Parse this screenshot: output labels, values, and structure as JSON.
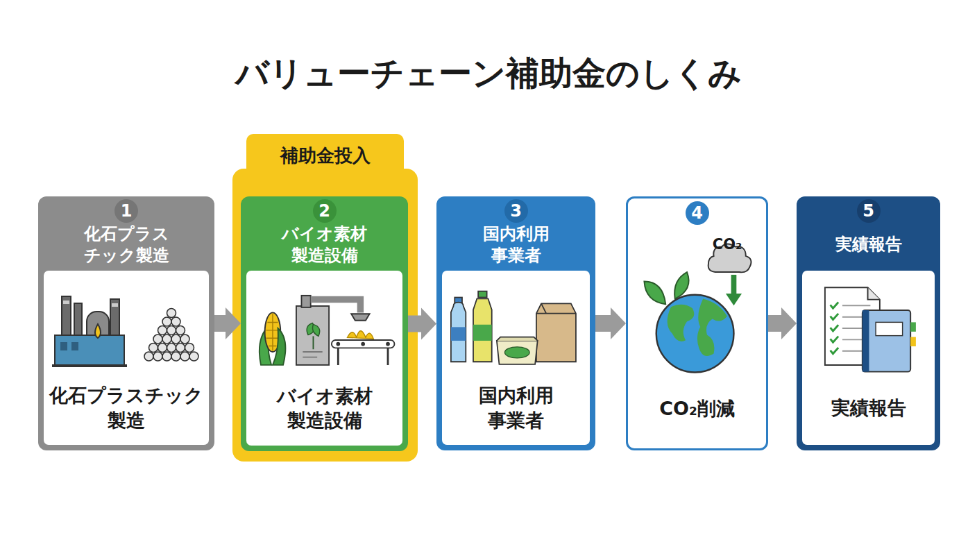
{
  "diagram": {
    "title": "バリューチェーン補助金のしくみ",
    "nodes": [
      {
        "text": [
          "1",
          "化石プラスチック製造",
          "化石プラスチック製造"
        ]
      },
      {
        "text": [
          "補助金投入"
        ]
      },
      {
        "text": [
          "2",
          "バイオ素材製造設備",
          "バイオ素材製造設備"
        ],
        "in": 1
      },
      {
        "text": [
          "3",
          "国内利用事業者",
          "国内利用事業者"
        ]
      },
      {
        "text": [
          "4",
          "CO₂削減"
        ]
      },
      {
        "text": [
          "5",
          "実績報告",
          "実績報告"
        ]
      }
    ],
    "edges": [
      {
        "from": 0,
        "to": 2,
        "arrow": "to"
      },
      {
        "from": 2,
        "to": 3,
        "arrow": "to"
      },
      {
        "from": 3,
        "to": 4,
        "arrow": "to"
      },
      {
        "from": 4,
        "to": 5,
        "arrow": "to"
      }
    ],
    "labels": [
      "CO₂"
    ]
  }
}
